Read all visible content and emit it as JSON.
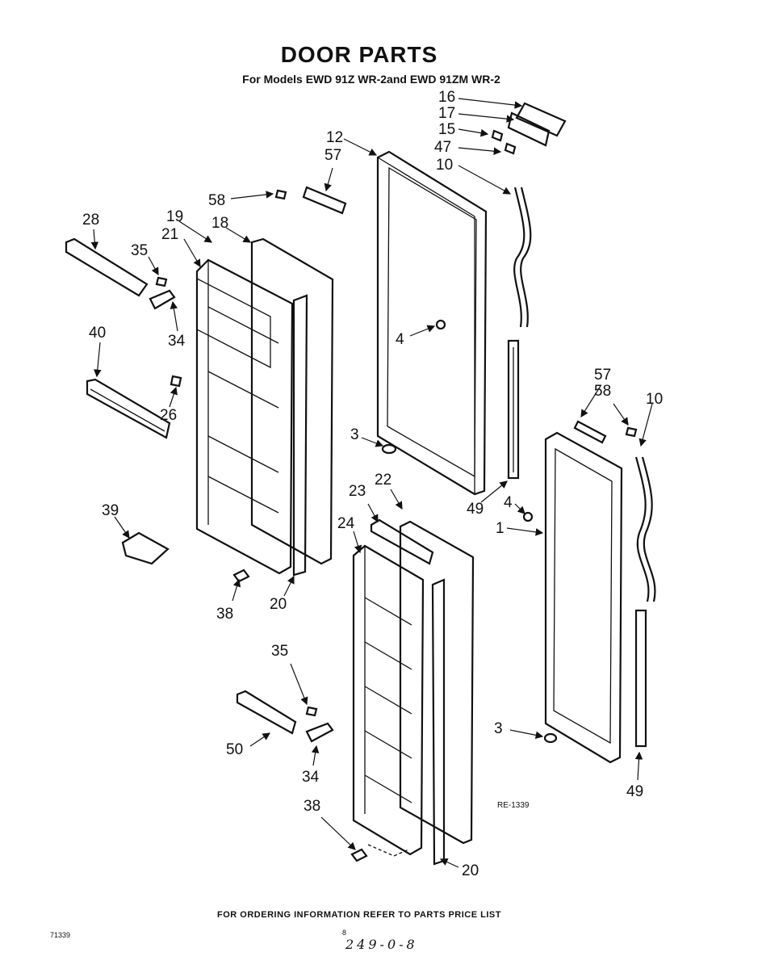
{
  "title": "DOOR PARTS",
  "subtitle": "For Models EWD 91Z WR-2and EWD 91ZM WR-2",
  "footer": {
    "ordering_note": "FOR ORDERING INFORMATION REFER TO PARTS PRICE LIST",
    "doc_code": "71339",
    "page_number": "8",
    "handwritten_note": "249-0-8"
  },
  "figure_ref": "RE-1339",
  "callouts": {
    "p16": "16",
    "p17": "17",
    "p15": "15",
    "p47": "47",
    "p10a": "10",
    "p12": "12",
    "p57a": "57",
    "p58a": "58",
    "p28": "28",
    "p19": "19",
    "p18": "18",
    "p21": "21",
    "p35a": "35",
    "p34a": "34",
    "p40": "40",
    "p26": "26",
    "p4a": "4",
    "p3a": "3",
    "p39": "39",
    "p38a": "38",
    "p20a": "20",
    "p49a": "49",
    "p4b": "4",
    "p1": "1",
    "p57b": "57",
    "p58b": "58",
    "p10b": "10",
    "p23": "23",
    "p22": "22",
    "p24": "24",
    "p35b": "35",
    "p50": "50",
    "p34b": "34",
    "p38b": "38",
    "p20b": "20",
    "p3b": "3",
    "p49b": "49"
  }
}
